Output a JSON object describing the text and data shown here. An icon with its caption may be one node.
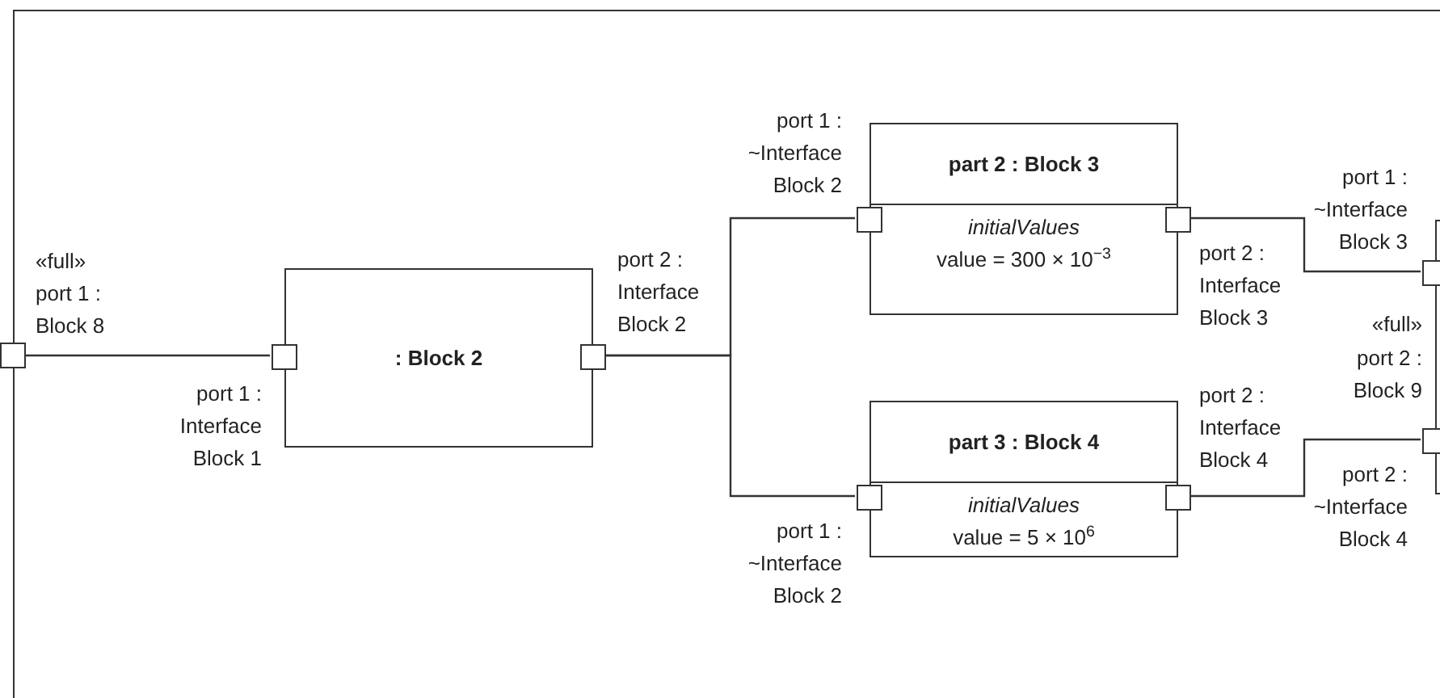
{
  "diagram": {
    "nodes": [
      {
        "text": [],
        "shape": "box"
      },
      {
        "text": [
          ": Block 2"
        ],
        "in": 0
      },
      {
        "text": [
          "part 2 : Block 3",
          "initialValues",
          "value = 300 × 10$^{−3}$"
        ],
        "in": 0
      },
      {
        "text": [
          "part 3 : Block 4",
          "initialValues",
          "value = 5 × 10$^{6}$"
        ],
        "in": 0
      },
      {
        "text": [],
        "shape": "box",
        "in": 0
      },
      {
        "text": [],
        "shape": "box",
        "beside": [
          "«full»",
          "port 1 : Block 8"
        ]
      },
      {
        "text": [],
        "shape": "box",
        "beside": [
          "port 1 : Interface Block 1"
        ],
        "in": 0
      },
      {
        "text": [],
        "shape": "box",
        "beside": [
          "port 2 : Interface Block 2"
        ],
        "in": 0
      },
      {
        "text": [],
        "shape": "box",
        "beside": [
          "port 1 : ~Interface Block 2"
        ],
        "in": 0
      },
      {
        "text": [],
        "shape": "box",
        "beside": [
          "port 2 : Interface Block 3"
        ],
        "in": 0
      },
      {
        "text": [],
        "shape": "box",
        "beside": [
          "port 1 : ~Interface Block 2"
        ],
        "in": 0
      },
      {
        "text": [],
        "shape": "box",
        "beside": [
          "port 2 : Interface Block 4"
        ],
        "in": 0
      },
      {
        "text": [],
        "shape": "box",
        "beside": [
          "port 1 : ~Interface Block 3"
        ],
        "in": 0
      },
      {
        "text": [],
        "shape": "box",
        "beside": [
          "port 2 : ~Interface Block 4"
        ],
        "in": 0
      }
    ],
    "edges": [
      {
        "from": 5,
        "to": 6,
        "arrow": "none"
      },
      {
        "from": 7,
        "to": 8,
        "arrow": "none"
      },
      {
        "from": 7,
        "to": 10,
        "arrow": "none"
      },
      {
        "from": 9,
        "to": 12,
        "arrow": "none"
      },
      {
        "from": 11,
        "to": 13,
        "arrow": "none"
      }
    ],
    "labels": [
      "«full»",
      "port 2 : Block 9"
    ]
  }
}
